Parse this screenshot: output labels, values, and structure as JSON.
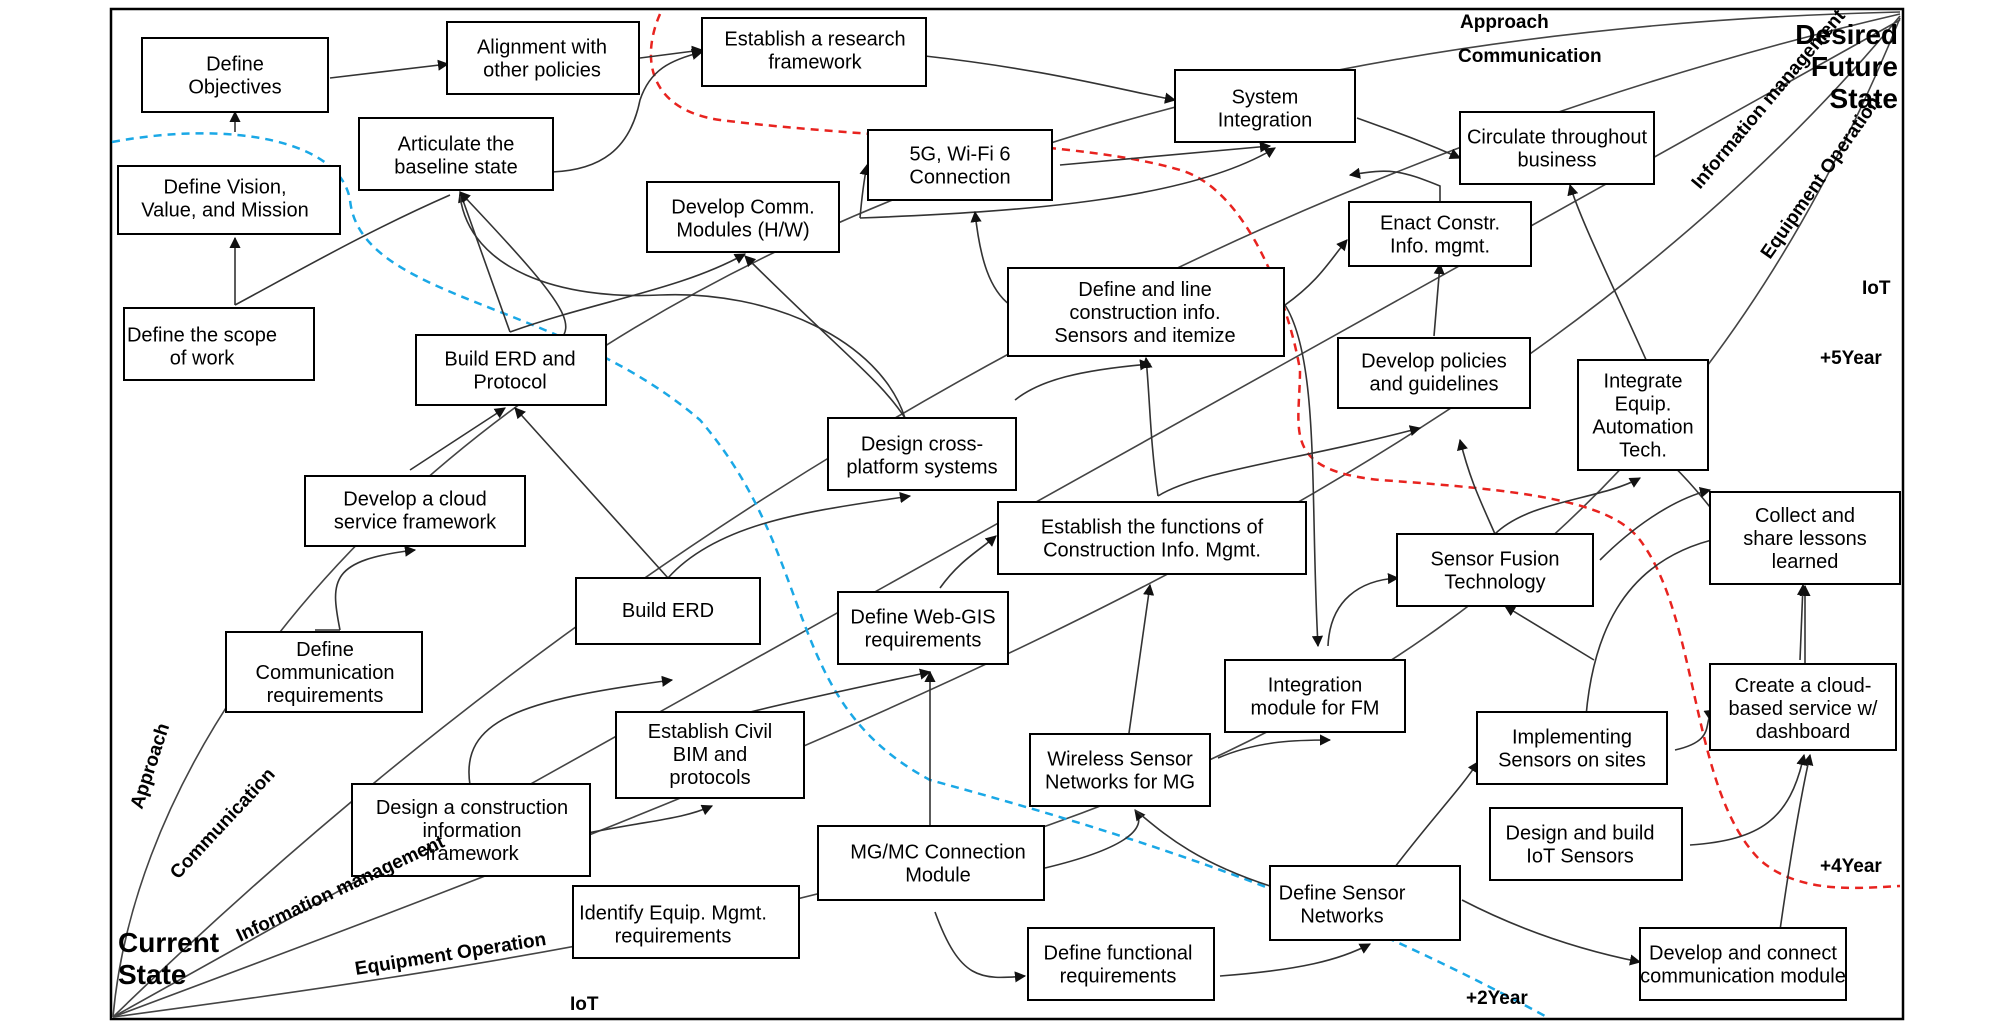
{
  "colors": {
    "red_boundary": "#e8231f",
    "blue_boundary": "#1aa8e6",
    "line": "#333333",
    "box": "#000000"
  },
  "states": {
    "current": [
      "Current",
      "State"
    ],
    "desired": [
      "Desired",
      "Future",
      "State"
    ]
  },
  "time_marks": [
    "+2Year",
    "+4Year",
    "+5Year"
  ],
  "track_labels": {
    "top": [
      "Approach",
      "Communication",
      "Information management",
      "Equipment Operation",
      "IoT"
    ],
    "bottom": [
      "Approach",
      "Communication",
      "Information management",
      "Equipment Operation",
      "IoT"
    ]
  },
  "nodes": {
    "define_objectives": [
      "Define",
      "Objectives"
    ],
    "alignment": [
      "Alignment with",
      "other policies"
    ],
    "research_framework": [
      "Establish a research",
      "framework"
    ],
    "system_integration": [
      "System",
      "Integration"
    ],
    "circulate": [
      "Circulate throughout",
      "business"
    ],
    "define_vision": [
      "Define Vision,",
      "Value, and Mission"
    ],
    "articulate_baseline": [
      "Articulate the",
      "baseline state"
    ],
    "fiveg": [
      "5G, Wi-Fi 6",
      "Connection"
    ],
    "comm_modules": [
      "Develop Comm.",
      "Modules (H/W)"
    ],
    "enact_constr": [
      "Enact Constr.",
      "Info. mgmt."
    ],
    "define_line": [
      "Define and line",
      "construction info.",
      "Sensors and itemize"
    ],
    "define_scope": [
      "Define the scope",
      "of work"
    ],
    "build_erd_protocol": [
      "Build ERD and",
      "Protocol"
    ],
    "develop_policies": [
      "Develop policies",
      "and guidelines"
    ],
    "integrate_equip": [
      "Integrate",
      "Equip.",
      "Automation",
      "Tech."
    ],
    "design_cross": [
      "Design cross-",
      "platform systems"
    ],
    "cloud_framework": [
      "Develop a cloud",
      "service framework"
    ],
    "establish_functions": [
      "Establish the functions of",
      "Construction Info. Mgmt."
    ],
    "collect_lessons": [
      "Collect and",
      "share lessons",
      "learned"
    ],
    "sensor_fusion": [
      "Sensor Fusion",
      "Technology"
    ],
    "build_erd": [
      "Build ERD"
    ],
    "define_webgis": [
      "Define Web-GIS",
      "requirements"
    ],
    "define_comm_req": [
      "Define",
      "Communication",
      "requirements"
    ],
    "integration_fm": [
      "Integration",
      "module for FM"
    ],
    "cloud_dashboard": [
      "Create a cloud-",
      "based service w/",
      "dashboard"
    ],
    "civil_bim": [
      "Establish Civil",
      "BIM and",
      "protocols"
    ],
    "implementing_sensors": [
      "Implementing",
      "Sensors on sites"
    ],
    "wireless_sensor": [
      "Wireless Sensor",
      "Networks for MG"
    ],
    "design_iot": [
      "Design and build",
      "IoT Sensors"
    ],
    "design_framework": [
      "Design a construction",
      "information",
      "framework"
    ],
    "mgmc": [
      "MG/MC Connection",
      "Module"
    ],
    "define_sensor_networks": [
      "Define Sensor",
      "Networks"
    ],
    "identify_equip": [
      "Identify Equip. Mgmt.",
      "requirements"
    ],
    "functional_req": [
      "Define functional",
      "requirements"
    ],
    "develop_comm_module": [
      "Develop and connect",
      "communication module"
    ]
  }
}
